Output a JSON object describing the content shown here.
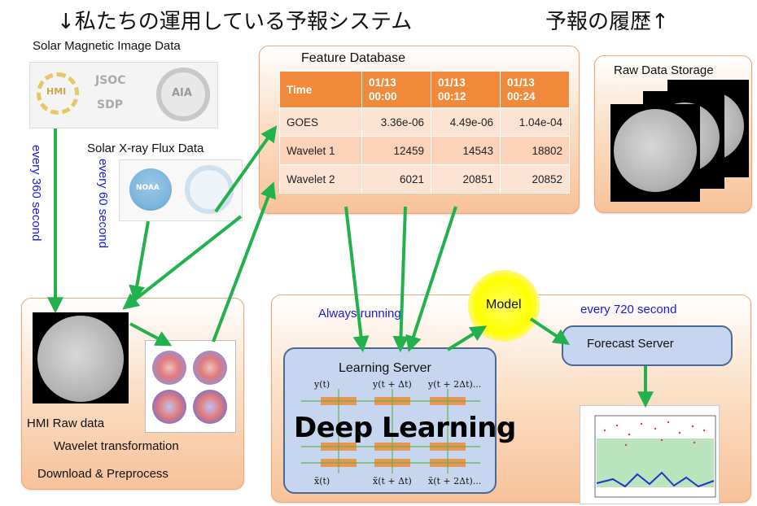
{
  "header": {
    "left": "↓私たちの運用している予報システム",
    "right": "予報の履歴↑"
  },
  "labels": {
    "solar_magnetic": "Solar Magnetic Image Data",
    "solar_xray": "Solar X-ray Flux Data",
    "every360": "every 360 second",
    "every60": "every 60 second",
    "always_running": "Always running",
    "every720": "every 720 second",
    "hmi_raw": "HMI Raw data",
    "wavelet_transformation": "Wavelet transformation",
    "download_preprocess": "Download & Preprocess",
    "raw_data_storage": "Raw Data Storage",
    "model": "Model",
    "forecast_server": "Forecast Server",
    "learning_server": "Learning Server",
    "deep_learning": "Deep Learning"
  },
  "logos": {
    "jsoc": "JSOC",
    "sdp": "SDP",
    "hmi": "HMI",
    "aia": "AIA",
    "noaa": "NOAA"
  },
  "feature_db": {
    "title": "Feature Database",
    "columns": [
      "Time",
      "01/13\n00:00",
      "01/13\n00:12",
      "01/13\n00:24"
    ],
    "rows": [
      [
        "GOES",
        "3.36e-06",
        "4.49e-06",
        "1.04e-04"
      ],
      [
        "Wavelet 1",
        "12459",
        "14543",
        "18802"
      ],
      [
        "Wavelet 2",
        "6021",
        "20851",
        "20852"
      ]
    ]
  },
  "lstm": {
    "top": [
      "y(t)",
      "y(t + Δt)",
      "y(t + 2Δt)..."
    ],
    "bottom": [
      "x̃(t)",
      "x̃(t + Δt)",
      "x̃(t + 2Δt)..."
    ]
  },
  "colors": {
    "panel": "#f7c29a",
    "table_header": "#f08a3a",
    "arrow": "#22b14c",
    "blue_text": "#1b1bd4",
    "server": "#c5d6ee"
  }
}
